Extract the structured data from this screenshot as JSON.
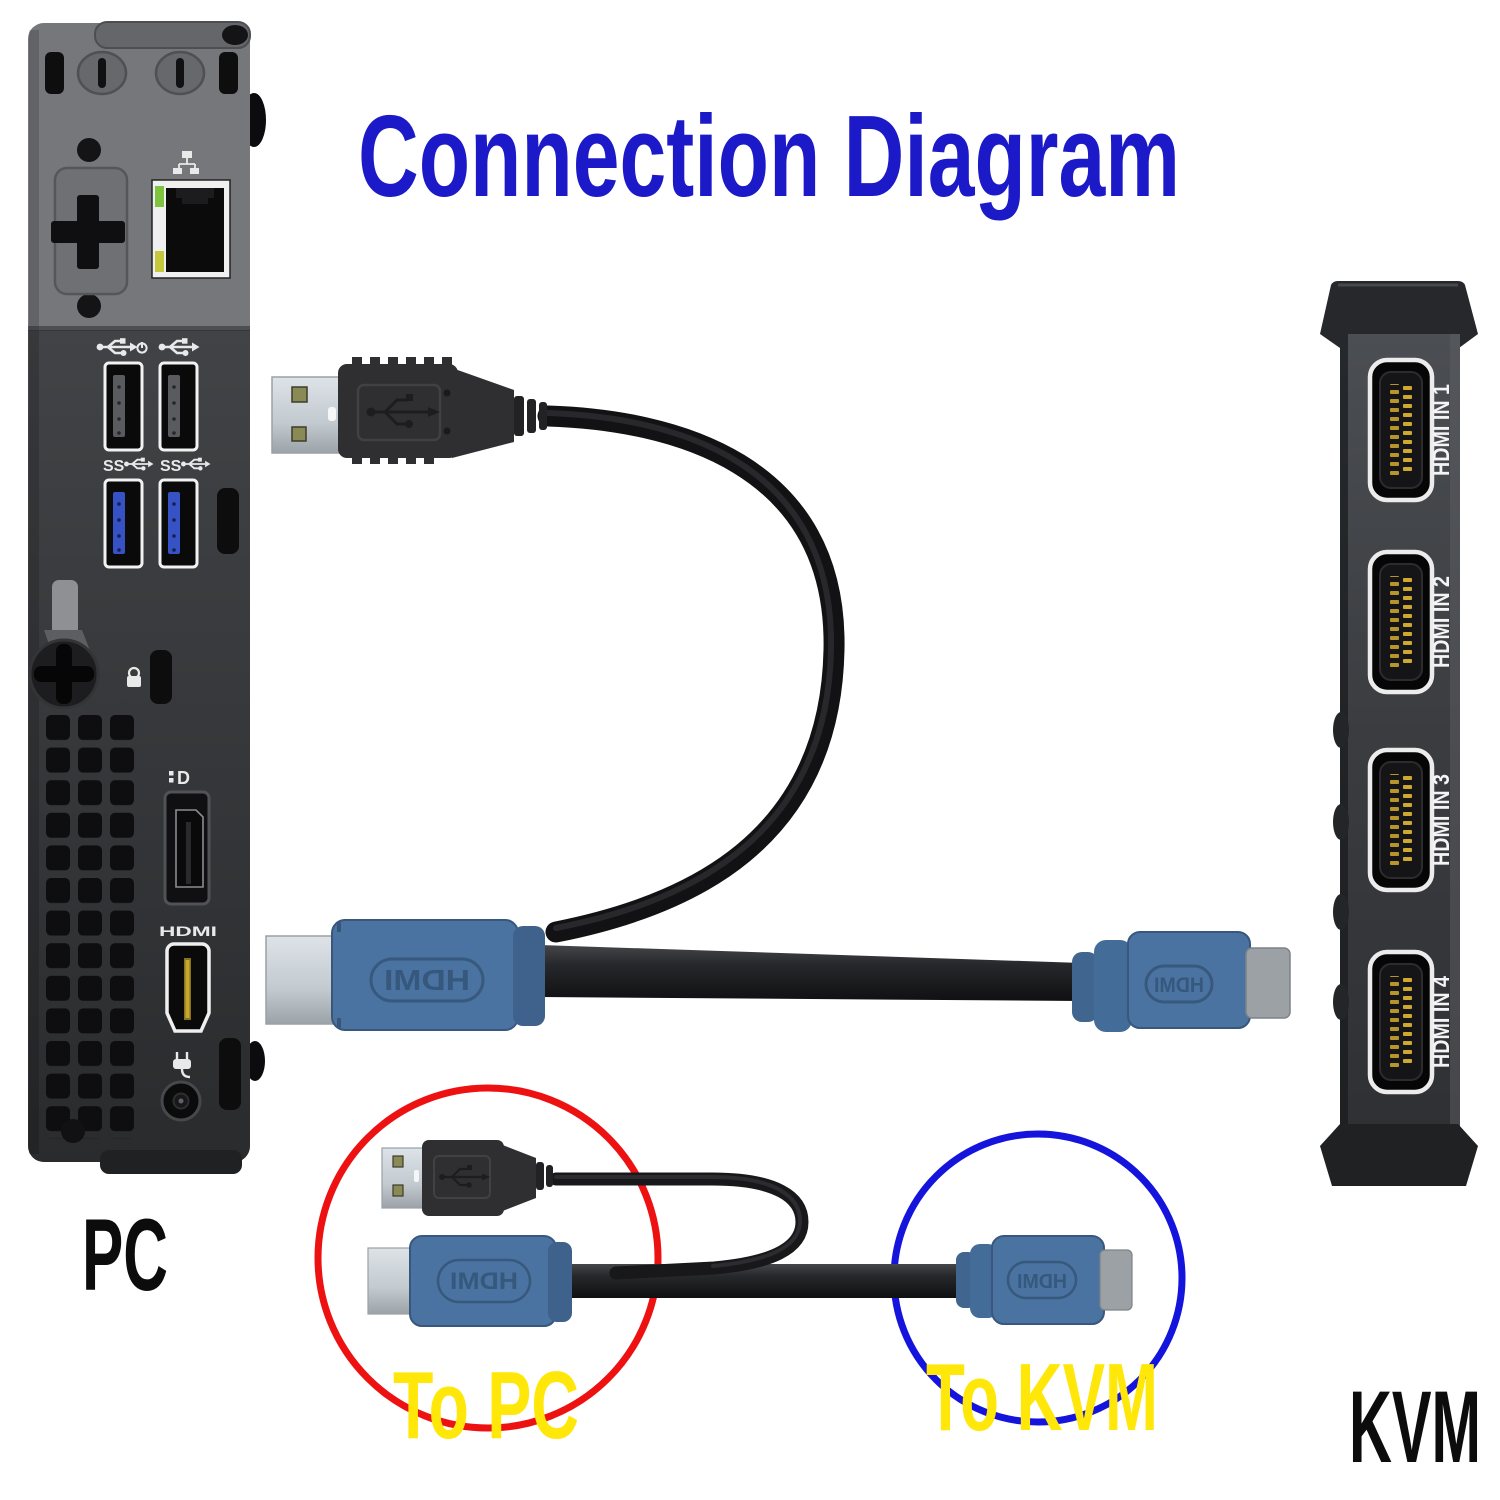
{
  "title": {
    "text": "Connection Diagram"
  },
  "devices": {
    "pc": {
      "label": "PC",
      "hdmi_port_label": "HDMI",
      "usb3_label": "SS",
      "icons": [
        "ethernet-icon",
        "usb-power-icon",
        "usb-icon",
        "usb3-ss-icon",
        "displayport-icon",
        "kensington-lock-icon",
        "power-plug-icon"
      ]
    },
    "kvm": {
      "label": "KVM",
      "ports": [
        {
          "label": "HDMI IN 1"
        },
        {
          "label": "HDMI IN 2"
        },
        {
          "label": "HDMI IN 3"
        },
        {
          "label": "HDMI IN 4"
        }
      ]
    }
  },
  "cable": {
    "hdmi_logo": "HDMI",
    "to_pc_label": "To PC",
    "to_kvm_label": "To KVM"
  },
  "colors": {
    "title_blue": "#1b19c8",
    "circle_red": "#ee1111",
    "circle_blue": "#1414dc",
    "label_yellow": "#ffe70a",
    "hdmi_connector_blue": "#4a73a1",
    "usb3_port_blue": "#3752c4"
  }
}
